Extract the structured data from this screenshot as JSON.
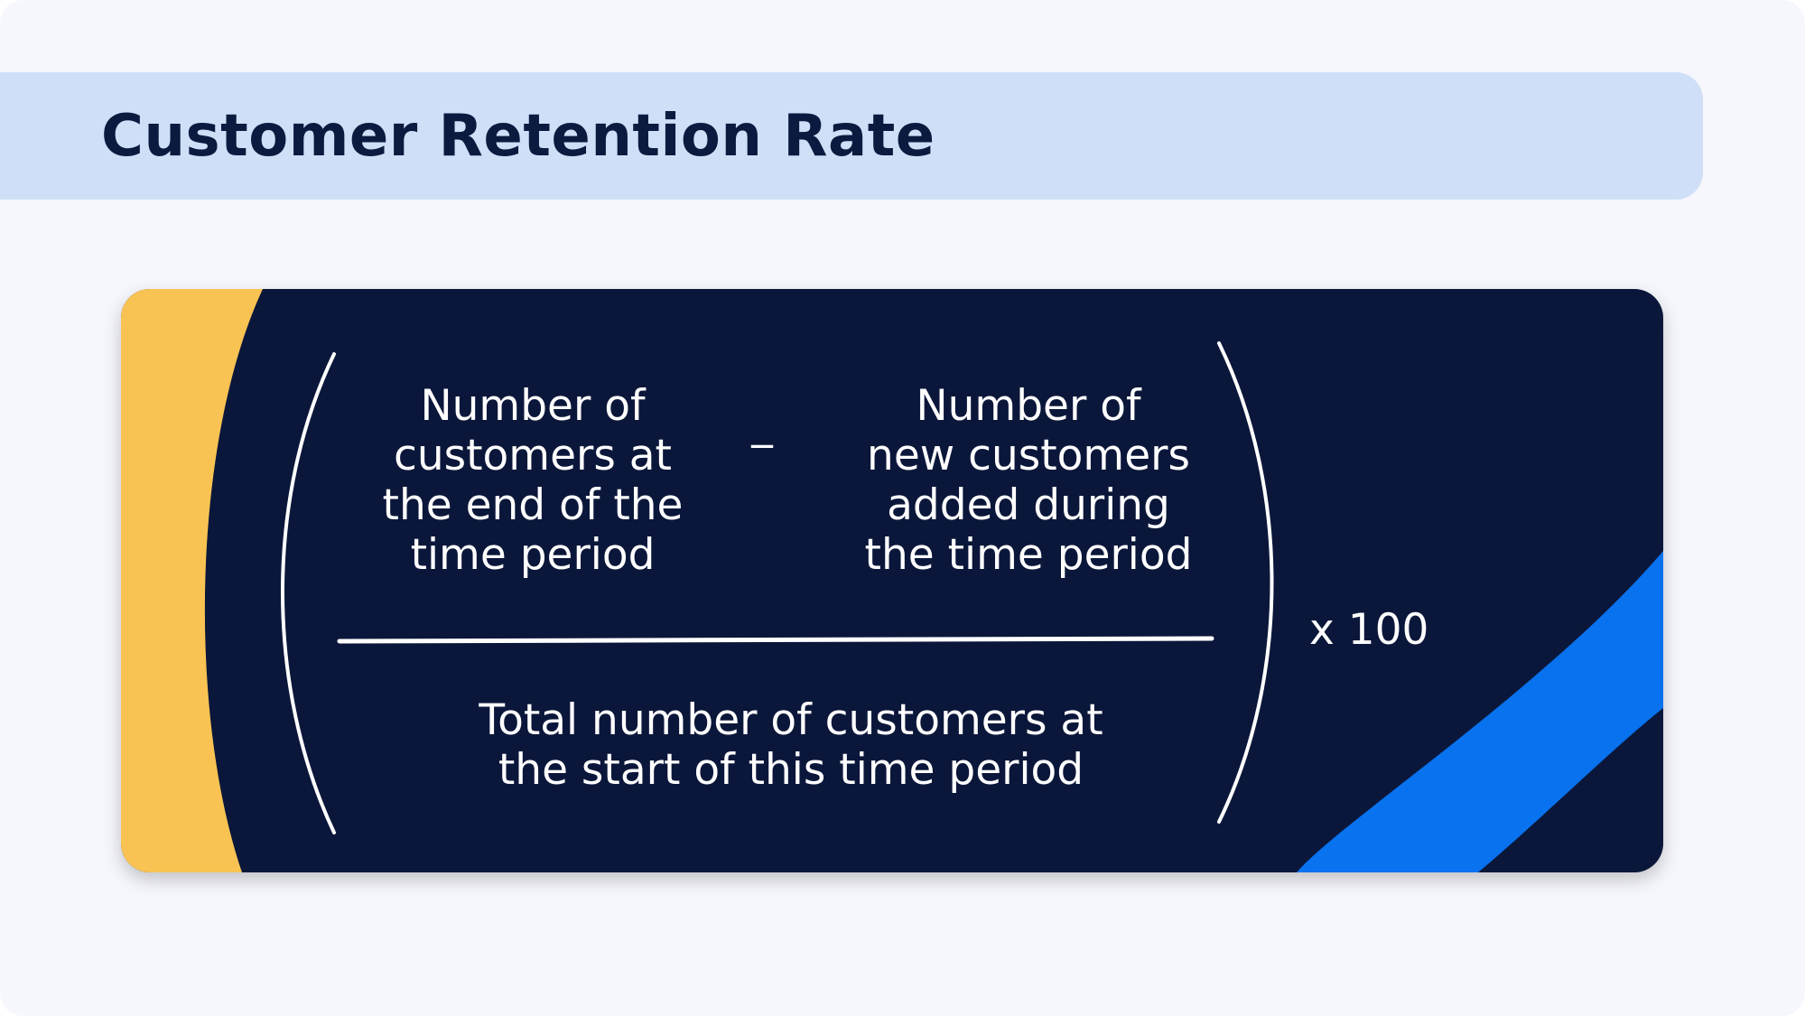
{
  "title": "Customer Retention Rate",
  "formula": {
    "numerator_left": "Number of\ncustomers at\nthe end of the\ntime period",
    "operator": "_",
    "numerator_right": "Number of\nnew customers\nadded during\nthe time period",
    "denominator": "Total number of customers at\nthe start of this time period",
    "multiplier": "x 100"
  },
  "colors": {
    "page_background": "#f6f7fc",
    "title_banner": "#cfdff7",
    "title_text": "#0b1a3f",
    "card_background": "#0b173a",
    "accent_yellow": "#f9c353",
    "accent_blue": "#0872ef",
    "formula_text": "#ffffff"
  }
}
